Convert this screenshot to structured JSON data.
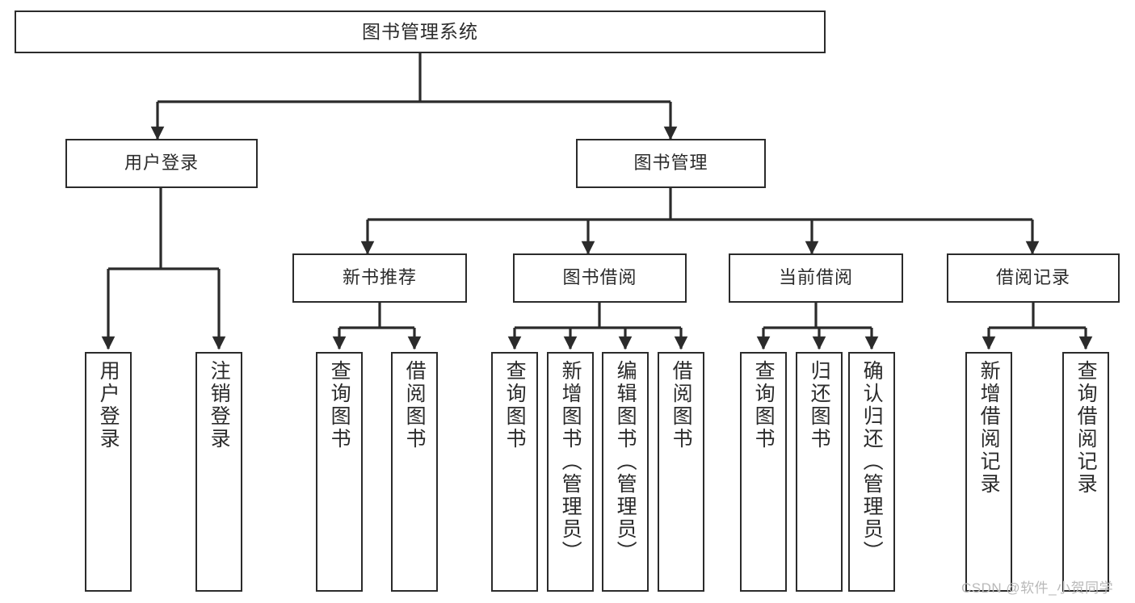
{
  "diagram": {
    "title": "图书管理系统",
    "type": "tree-hierarchy-chart",
    "colors": {
      "background": "#ffffff",
      "stroke": "#2b2b2b",
      "node_fill": "#ffffff",
      "text": "#2b2b2b",
      "watermark": "#b9b9b9"
    },
    "watermark": "CSDN @软件_小贺同学",
    "nodes": {
      "root": {
        "label": "图书管理系统"
      },
      "level2": [
        {
          "label": "用户登录"
        },
        {
          "label": "图书管理"
        }
      ],
      "level3": [
        {
          "label": "新书推荐"
        },
        {
          "label": "图书借阅"
        },
        {
          "label": "当前借阅"
        },
        {
          "label": "借阅记录"
        }
      ],
      "leaves": {
        "user_login": [
          {
            "label": "用户登录"
          },
          {
            "label": "注销登录"
          }
        ],
        "new_book_recommend": [
          {
            "label": "查询图书"
          },
          {
            "label": "借阅图书"
          }
        ],
        "book_borrow": [
          {
            "label": "查询图书"
          },
          {
            "label": "新增图书（管理员）"
          },
          {
            "label": "编辑图书（管理员）"
          },
          {
            "label": "借阅图书"
          }
        ],
        "current_borrow": [
          {
            "label": "查询图书"
          },
          {
            "label": "归还图书"
          },
          {
            "label": "确认归还（管理员）"
          }
        ],
        "borrow_record": [
          {
            "label": "新增借阅记录"
          },
          {
            "label": "查询借阅记录"
          }
        ]
      }
    }
  }
}
